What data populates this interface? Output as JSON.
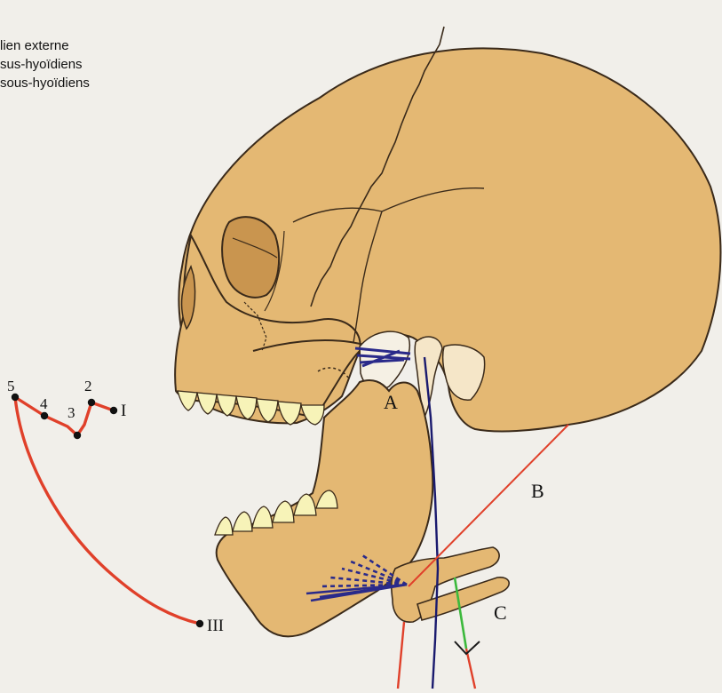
{
  "legend": [
    "lien externe",
    "sus-hyoïdiens",
    "sous-hyoïdiens"
  ],
  "labels": {
    "A": "A",
    "B": "B",
    "C": "C"
  },
  "trajectory_points": {
    "p5": "5",
    "p4": "4",
    "p3": "3",
    "p2": "2",
    "pI": "I",
    "pIII": "III"
  },
  "colors": {
    "bone": "#e4b873",
    "bone_outline": "#3a2a1a",
    "teeth": "#f7f3b8",
    "trajectory": "#e0402a",
    "line_A": "#1a1a6e",
    "line_B": "#e0402a",
    "line_C": "#3cb93c",
    "muscle_blue": "#2a2a8a"
  }
}
